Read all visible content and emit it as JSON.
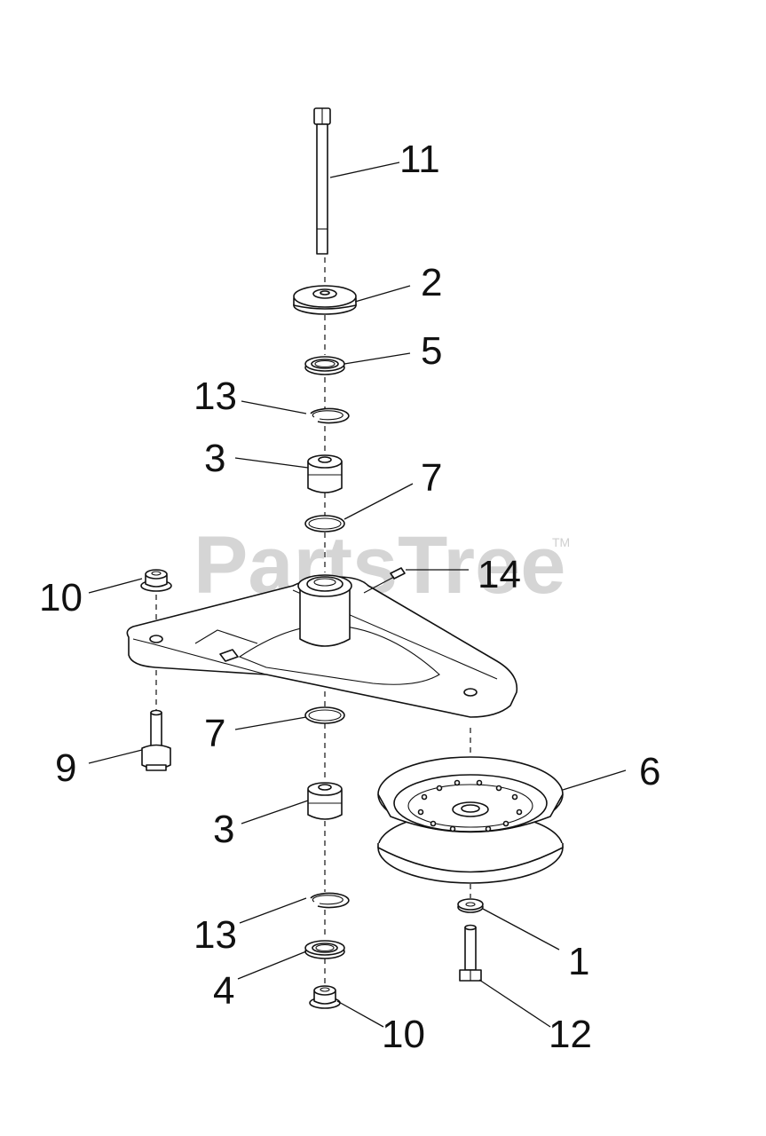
{
  "watermark": {
    "text": "PartsTree",
    "trademark": "TM"
  },
  "callouts": [
    {
      "id": "11",
      "text": "11"
    },
    {
      "id": "2",
      "text": "2"
    },
    {
      "id": "5",
      "text": "5"
    },
    {
      "id": "13a",
      "text": "13"
    },
    {
      "id": "3a",
      "text": "3"
    },
    {
      "id": "7a",
      "text": "7"
    },
    {
      "id": "14",
      "text": "14"
    },
    {
      "id": "10a",
      "text": "10"
    },
    {
      "id": "7b",
      "text": "7"
    },
    {
      "id": "9",
      "text": "9"
    },
    {
      "id": "6",
      "text": "6"
    },
    {
      "id": "3b",
      "text": "3"
    },
    {
      "id": "13b",
      "text": "13"
    },
    {
      "id": "4",
      "text": "4"
    },
    {
      "id": "1",
      "text": "1"
    },
    {
      "id": "10b",
      "text": "10"
    },
    {
      "id": "12",
      "text": "12"
    }
  ]
}
